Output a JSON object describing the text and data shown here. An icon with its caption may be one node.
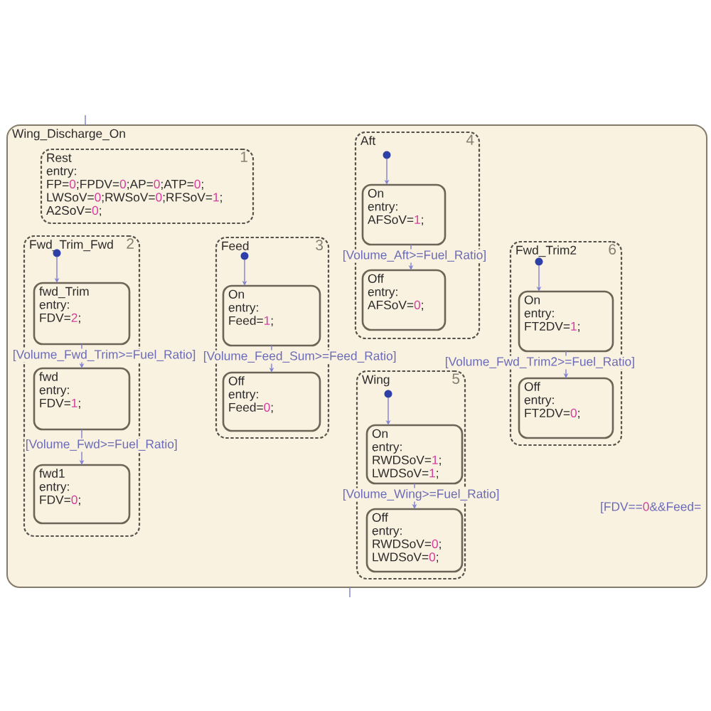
{
  "diagram": {
    "nodes": [
      {
        "text": [
          "Wing_Discharge_On"
        ]
      },
      {
        "text": [
          "Rest",
          "entry: FP=0;FPDV=0;AP=0;ATP=0; LWSoV=0;RWSoV=0;RFSoV=1; A2SoV=0;",
          "1"
        ],
        "in": 0
      },
      {
        "text": [
          "Fwd_Trim_Fwd",
          "2"
        ],
        "in": 0
      },
      {
        "text": [],
        "shape": "circle",
        "in": 2
      },
      {
        "text": [
          "fwd_Trim",
          "entry: FDV=2;"
        ],
        "in": 2
      },
      {
        "text": [
          "fwd",
          "entry: FDV=1;"
        ],
        "in": 2
      },
      {
        "text": [
          "fwd1",
          "entry: FDV=0;"
        ],
        "in": 2
      },
      {
        "text": [
          "Feed",
          "3"
        ],
        "in": 0
      },
      {
        "text": [],
        "shape": "circle",
        "in": 7
      },
      {
        "text": [
          "On",
          "entry: Feed=1;"
        ],
        "in": 7
      },
      {
        "text": [
          "Off",
          "entry: Feed=0;"
        ],
        "in": 7
      },
      {
        "text": [
          "Aft",
          "4"
        ],
        "in": 0
      },
      {
        "text": [],
        "shape": "circle",
        "in": 11
      },
      {
        "text": [
          "On",
          "entry: AFSoV=1;"
        ],
        "in": 11
      },
      {
        "text": [
          "Off",
          "entry: AFSoV=0;"
        ],
        "in": 11
      },
      {
        "text": [
          "Wing",
          "5"
        ],
        "in": 0
      },
      {
        "text": [],
        "shape": "circle",
        "in": 15
      },
      {
        "text": [
          "On",
          "entry: RWDSoV=1; LWDSoV=1;"
        ],
        "in": 15
      },
      {
        "text": [
          "Off",
          "entry: RWDSoV=0; LWDSoV=0;"
        ],
        "in": 15
      },
      {
        "text": [
          "Fwd_Trim2",
          "6"
        ],
        "in": 0
      },
      {
        "text": [],
        "shape": "circle",
        "in": 19
      },
      {
        "text": [
          "On",
          "entry: FT2DV=1;"
        ],
        "in": 19
      },
      {
        "text": [
          "Off",
          "entry: FT2DV=0;"
        ],
        "in": 19
      }
    ],
    "edges": [
      {
        "from": 3,
        "to": 4,
        "arrow": "to"
      },
      {
        "from": 4,
        "to": 5,
        "arrow": "to",
        "label": "[Volume_Fwd_Trim>=Fuel_Ratio]"
      },
      {
        "from": 5,
        "to": 6,
        "arrow": "to",
        "label": "[Volume_Fwd>=Fuel_Ratio]"
      },
      {
        "from": 8,
        "to": 9,
        "arrow": "to"
      },
      {
        "from": 9,
        "to": 10,
        "arrow": "to",
        "label": "[Volume_Feed_Sum>=Feed_Ratio]"
      },
      {
        "from": 12,
        "to": 13,
        "arrow": "to"
      },
      {
        "from": 13,
        "to": 14,
        "arrow": "to",
        "label": "[Volume_Aft>=Fuel_Ratio]"
      },
      {
        "from": 16,
        "to": 17,
        "arrow": "to"
      },
      {
        "from": 17,
        "to": 18,
        "arrow": "to",
        "label": "[Volume_Wing>=Fuel_Ratio]"
      },
      {
        "from": 20,
        "to": 21,
        "arrow": "to"
      },
      {
        "from": 21,
        "to": 22,
        "arrow": "to",
        "label": "[Volume_Fwd_Trim2>=Fuel_Ratio]"
      },
      {
        "from": null,
        "to": 0,
        "arrow": "none"
      },
      {
        "from": 0,
        "to": null,
        "arrow": "none"
      }
    ],
    "labels": [
      "[FDV==0&&Feed="
    ]
  }
}
